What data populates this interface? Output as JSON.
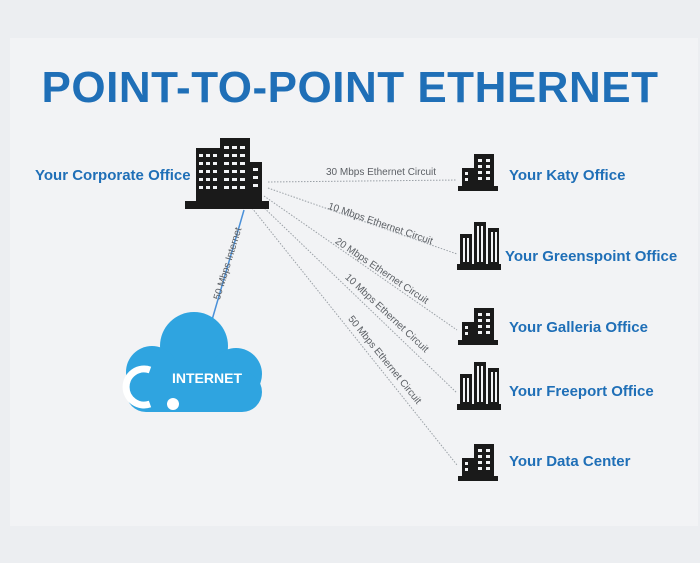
{
  "title": "POINT-TO-POINT ETHERNET",
  "hub": {
    "label": "Your Corporate Office",
    "icon": "office-building-icon"
  },
  "cloud": {
    "label": "INTERNET",
    "icon": "cloud-icon",
    "link_label": "50 Mbps Internet"
  },
  "offices": [
    {
      "label": "Your Katy Office",
      "link_label": "30 Mbps Ethernet Circuit",
      "icon": "small-building-icon"
    },
    {
      "label": "Your Greenspoint Office",
      "link_label": "10 Mbps Ethernet Circuit",
      "icon": "tower-building-icon"
    },
    {
      "label": "Your Galleria Office",
      "link_label": "20 Mbps Ethernet Circuit",
      "icon": "small-building-icon"
    },
    {
      "label": "Your Freeport Office",
      "link_label": "10 Mbps Ethernet Circuit",
      "icon": "tower-building-icon"
    },
    {
      "label": "Your Data Center",
      "link_label": "50 Mbps Ethernet Circuit",
      "icon": "small-building-icon"
    }
  ],
  "colors": {
    "title": "#1f6fb7",
    "cloud": "#2fa4e0",
    "internet_link": "#4a90d9",
    "circuit_line": "#9aa0a6",
    "building": "#1a1a1a"
  }
}
